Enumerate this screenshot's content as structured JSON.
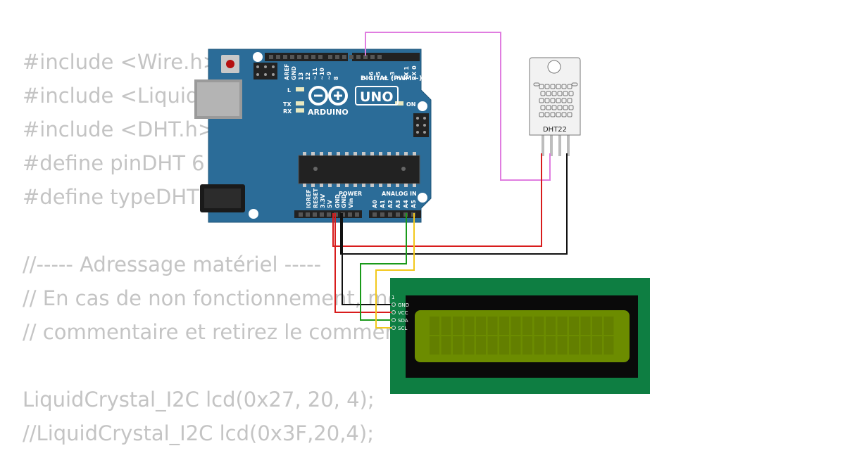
{
  "code_lines": [
    "#include <Wire.h>",
    "#include <LiquidCrystal_I2C.h>",
    "#include <DHT.h>",
    "#define pinDHT 6",
    "#define typeDHT DHT22",
    "",
    "//----- Adressage matériel -----",
    "// En cas de non fonctionnement, mettez la ligne 8 en",
    "// commentaire et retirez le commentaire à la ligne 9.",
    "",
    "LiquidCrystal_I2C lcd(0x27, 20, 4);",
    "//LiquidCrystal_I2C lcd(0x3F,20,4);"
  ],
  "arduino": {
    "brand": "ARDUINO",
    "model": "UNO",
    "digital_header_label": "DIGITAL (PWM ~)",
    "power_label": "POWER",
    "analog_label": "ANALOG IN",
    "on_label": "ON",
    "led_labels": [
      "L",
      "TX",
      "RX"
    ],
    "digital_pins": [
      "AREF",
      "GND",
      "13",
      "12",
      "~11",
      "~10",
      "~9",
      "8",
      "7",
      "~6",
      "~5",
      "4",
      "~3",
      "2",
      "TX 1",
      "RX 0"
    ],
    "power_pins": [
      "IOREF",
      "RESET",
      "3.3V",
      "5V",
      "GND",
      "GND",
      "Vin"
    ],
    "analog_pins": [
      "A0",
      "A1",
      "A2",
      "A3",
      "A4",
      "A5"
    ]
  },
  "sensor": {
    "label": "DHT22"
  },
  "lcd": {
    "pins": [
      "GND",
      "VCC",
      "SDA",
      "SCL"
    ],
    "pin_one": "1"
  },
  "colors": {
    "board": "#2b6c98",
    "lcd_pcb": "#0e7e42",
    "lcd_screen": "#6c8c00",
    "wire_pink": "#e07de0",
    "wire_red": "#d81c1c",
    "wire_black": "#111111",
    "wire_green": "#1a9a1a",
    "wire_yellow": "#f2c81c"
  }
}
